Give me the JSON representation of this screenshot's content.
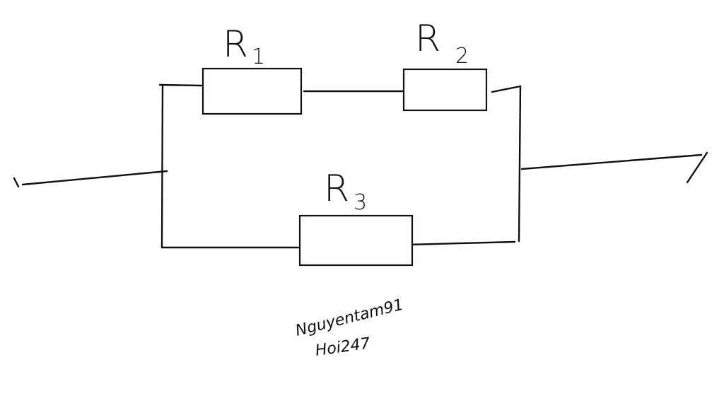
{
  "diagram": {
    "resistors": [
      {
        "id": "R1",
        "letter": "R",
        "index": "1"
      },
      {
        "id": "R2",
        "letter": "R",
        "index": "2"
      },
      {
        "id": "R3",
        "letter": "R",
        "index": "3"
      }
    ],
    "signature": {
      "line1": "Nguyentam91",
      "line2": "Hoi247"
    }
  },
  "colors": {
    "ink": "#111111",
    "background": "#ffffff"
  }
}
